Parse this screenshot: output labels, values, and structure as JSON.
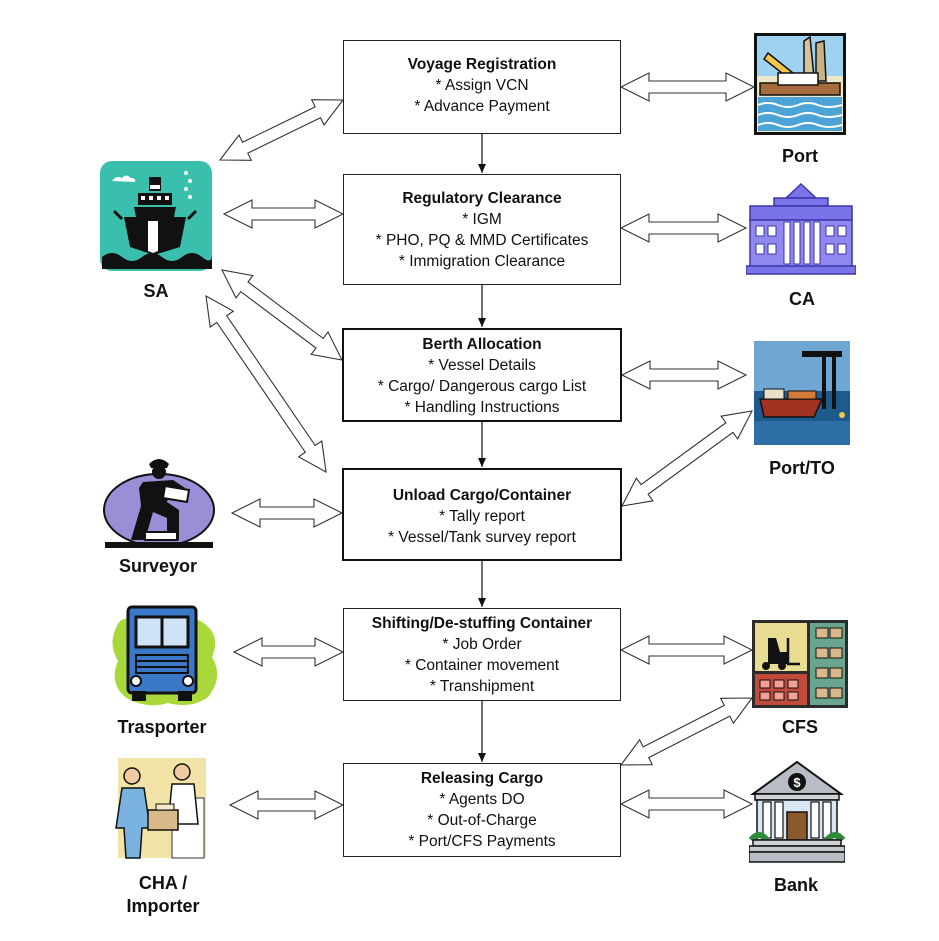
{
  "process": [
    {
      "title": "Voyage Registration",
      "items": [
        "* Assign VCN",
        "* Advance Payment"
      ]
    },
    {
      "title": "Regulatory Clearance",
      "items": [
        "* IGM",
        "* PHO, PQ & MMD Certificates",
        "* Immigration Clearance"
      ]
    },
    {
      "title": "Berth Allocation",
      "items": [
        "* Vessel Details",
        "* Cargo/ Dangerous cargo List",
        "* Handling Instructions"
      ]
    },
    {
      "title": "Unload Cargo/Container",
      "items": [
        "* Tally report",
        "* Vessel/Tank survey report"
      ]
    },
    {
      "title": "Shifting/De-stuffing Container",
      "items": [
        "* Job Order",
        "* Container movement",
        "* Transhipment"
      ]
    },
    {
      "title": "Releasing Cargo",
      "items": [
        "* Agents DO",
        "* Out-of-Charge",
        "* Port/CFS Payments"
      ]
    }
  ],
  "actors": {
    "sa": "SA",
    "surveyor": "Surveyor",
    "transporter": "Trasporter",
    "cha_line1": "CHA  /",
    "cha_line2": "Importer",
    "port": "Port",
    "ca": "CA",
    "port_to": "Port/TO",
    "cfs": "CFS",
    "bank": "Bank"
  }
}
